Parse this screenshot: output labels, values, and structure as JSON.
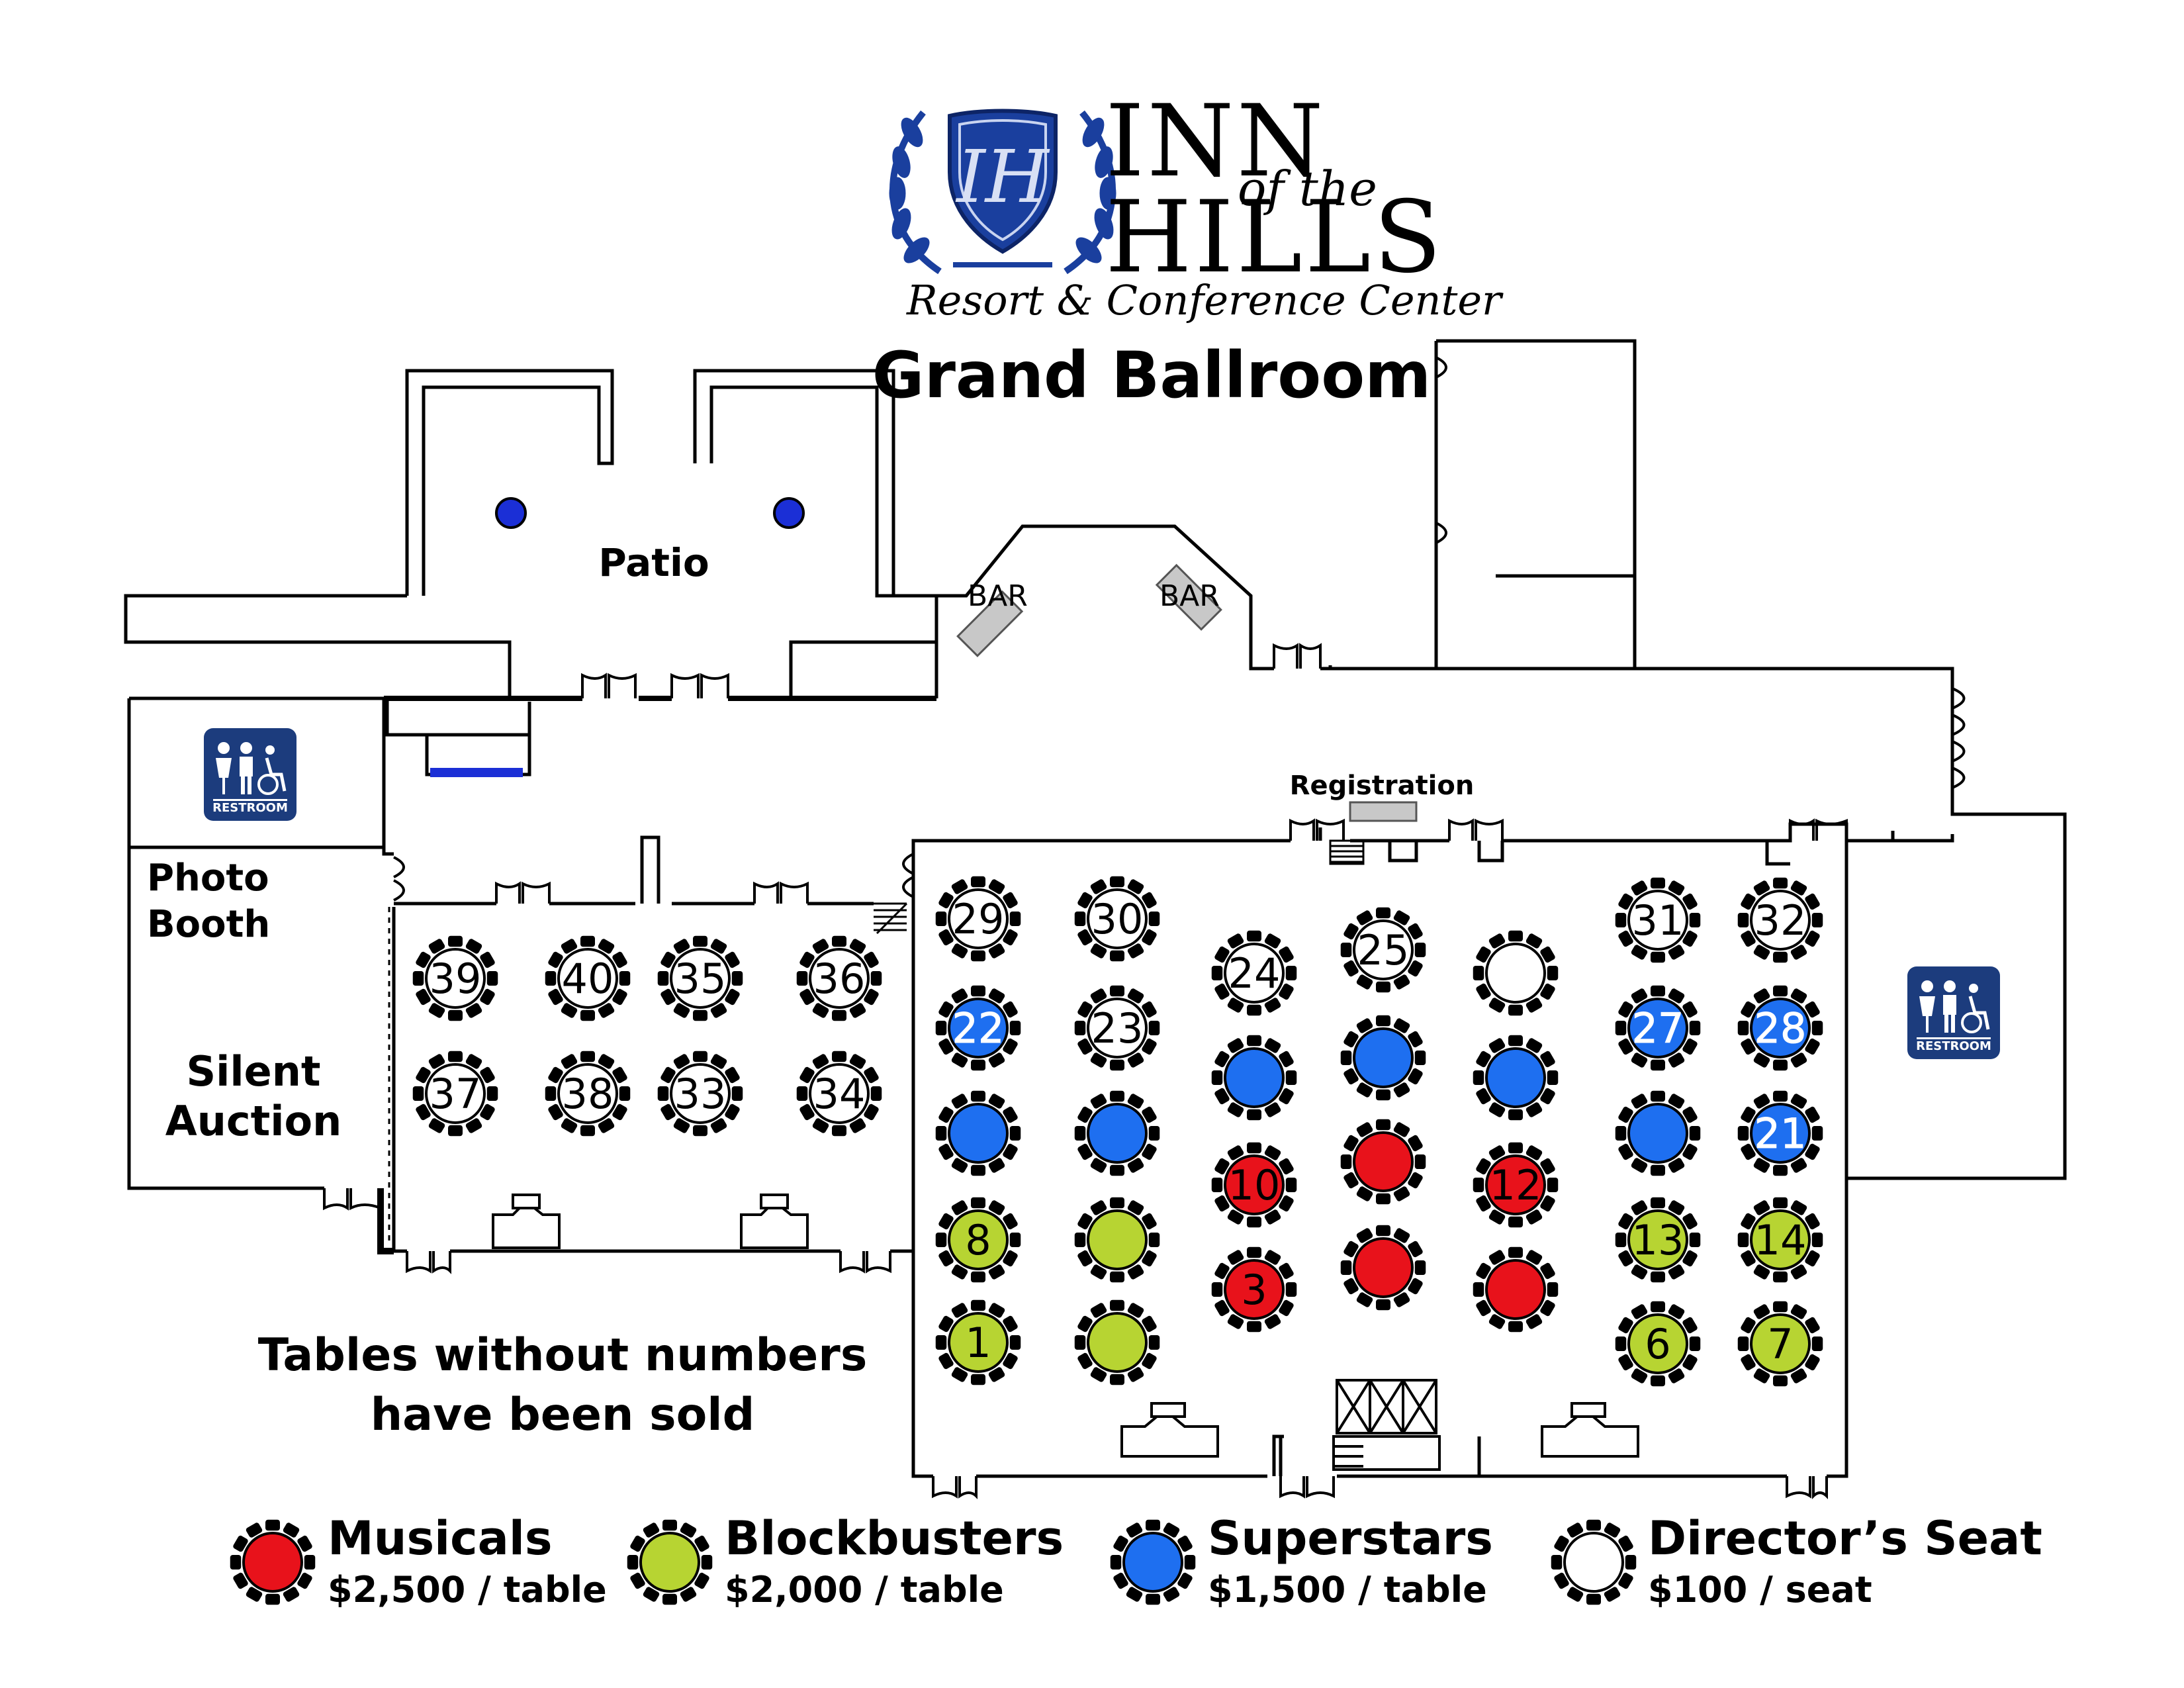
{
  "logo": {
    "brand_line1": "INN",
    "brand_mid": "of the",
    "brand_line2": "HILLS",
    "tagline": "Resort & Conference Center",
    "monogram": "IH",
    "colors": {
      "shield": "#1a3f9e",
      "laurel": "#1a3f9e",
      "text": "#000000"
    }
  },
  "page_title": "Grand Ballroom",
  "rooms": {
    "patio": "Patio",
    "bar_left": "BAR",
    "bar_right": "BAR",
    "registration": "Registration",
    "photo_booth_line1": "Photo",
    "photo_booth_line2": "Booth",
    "silent_auction_line1": "Silent",
    "silent_auction_line2": "Auction",
    "restroom_left": "RESTROOM",
    "restroom_right": "RESTROOM"
  },
  "note": {
    "line1": "Tables without numbers",
    "line2": "have been sold"
  },
  "categories": {
    "musicals": {
      "name": "Musicals",
      "price": "$2,500 / table",
      "color": "#e8121b"
    },
    "blockbusters": {
      "name": "Blockbusters",
      "price": "$2,000 / table",
      "color": "#b7d432"
    },
    "superstars": {
      "name": "Superstars",
      "price": "$1,500 / table",
      "color": "#1e6ff0"
    },
    "directors": {
      "name": "Director’s Seat",
      "price": "$100 / seat",
      "color": "#ffffff"
    }
  },
  "tables": [
    {
      "label": "39",
      "category": "directors"
    },
    {
      "label": "40",
      "category": "directors"
    },
    {
      "label": "35",
      "category": "directors"
    },
    {
      "label": "36",
      "category": "directors"
    },
    {
      "label": "37",
      "category": "directors"
    },
    {
      "label": "38",
      "category": "directors"
    },
    {
      "label": "33",
      "category": "directors"
    },
    {
      "label": "34",
      "category": "directors"
    },
    {
      "label": "29",
      "category": "directors"
    },
    {
      "label": "30",
      "category": "directors"
    },
    {
      "label": "22",
      "category": "superstars"
    },
    {
      "label": "23",
      "category": "directors"
    },
    {
      "label": "",
      "category": "superstars"
    },
    {
      "label": "",
      "category": "superstars"
    },
    {
      "label": "8",
      "category": "blockbusters"
    },
    {
      "label": "",
      "category": "blockbusters"
    },
    {
      "label": "1",
      "category": "blockbusters"
    },
    {
      "label": "",
      "category": "blockbusters"
    },
    {
      "label": "24",
      "category": "directors"
    },
    {
      "label": "25",
      "category": "directors"
    },
    {
      "label": "",
      "category": "directors"
    },
    {
      "label": "",
      "category": "superstars"
    },
    {
      "label": "",
      "category": "superstars"
    },
    {
      "label": "",
      "category": "superstars"
    },
    {
      "label": "10",
      "category": "musicals"
    },
    {
      "label": "",
      "category": "musicals"
    },
    {
      "label": "12",
      "category": "musicals"
    },
    {
      "label": "3",
      "category": "musicals"
    },
    {
      "label": "",
      "category": "musicals"
    },
    {
      "label": "",
      "category": "musicals"
    },
    {
      "label": "31",
      "category": "directors"
    },
    {
      "label": "32",
      "category": "directors"
    },
    {
      "label": "27",
      "category": "superstars"
    },
    {
      "label": "28",
      "category": "superstars"
    },
    {
      "label": "",
      "category": "superstars"
    },
    {
      "label": "21",
      "category": "superstars"
    },
    {
      "label": "13",
      "category": "blockbusters"
    },
    {
      "label": "14",
      "category": "blockbusters"
    },
    {
      "label": "6",
      "category": "blockbusters"
    },
    {
      "label": "7",
      "category": "blockbusters"
    }
  ],
  "decor": {
    "pillar_color": "#1b2fd6",
    "blue_bar_color": "#1b2fd6",
    "restroom_sign_color": "#1c3c7d",
    "bar_fill": "#c8c8c8"
  }
}
